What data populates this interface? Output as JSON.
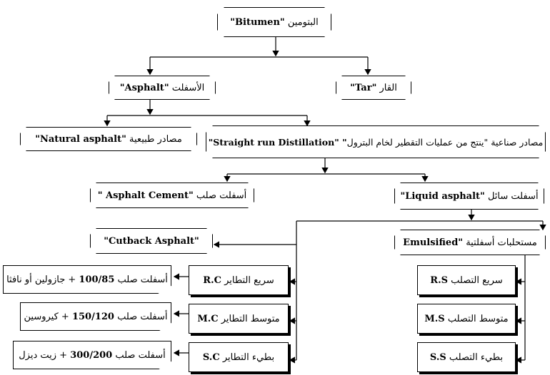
{
  "nodes": {
    "bitumen": "البتومين \"Bitumen\"",
    "asphalt": "الأسفلت \"Asphalt\"",
    "tar": "القار \"Tar\"",
    "natural": "مصادر طبيعية \"Natural asphalt\"",
    "straight_run": "مصادر صناعية \"ينتج من عمليات التقطير لخام البترول\" \"Straight run Distillation\"",
    "asphalt_cement": "أسفلت صلب \"Asphalt Cement \"",
    "liquid": "أسفلت سائل \"Liquid asphalt\"",
    "cutback": "\"Cutback  Asphalt\"",
    "emulsified": "مستحلبات أسفلتية \"Emulsified",
    "rc": "سريع التطاير R.C",
    "mc": "متوسط التطاير M.C",
    "sc": "بطيء التطاير S.C",
    "rs": "سريع التصلب R.S",
    "ms": "متوسط التصلب M.S",
    "ss": "بطيء التصلب S.S",
    "rc_desc": "أسفلت صلب 100/85 + جازولين أو نافثا",
    "mc_desc": "أسفلت صلب 150/120 + كيروسين",
    "sc_desc": "أسفلت صلب 300/200 + زيت ديزل"
  }
}
